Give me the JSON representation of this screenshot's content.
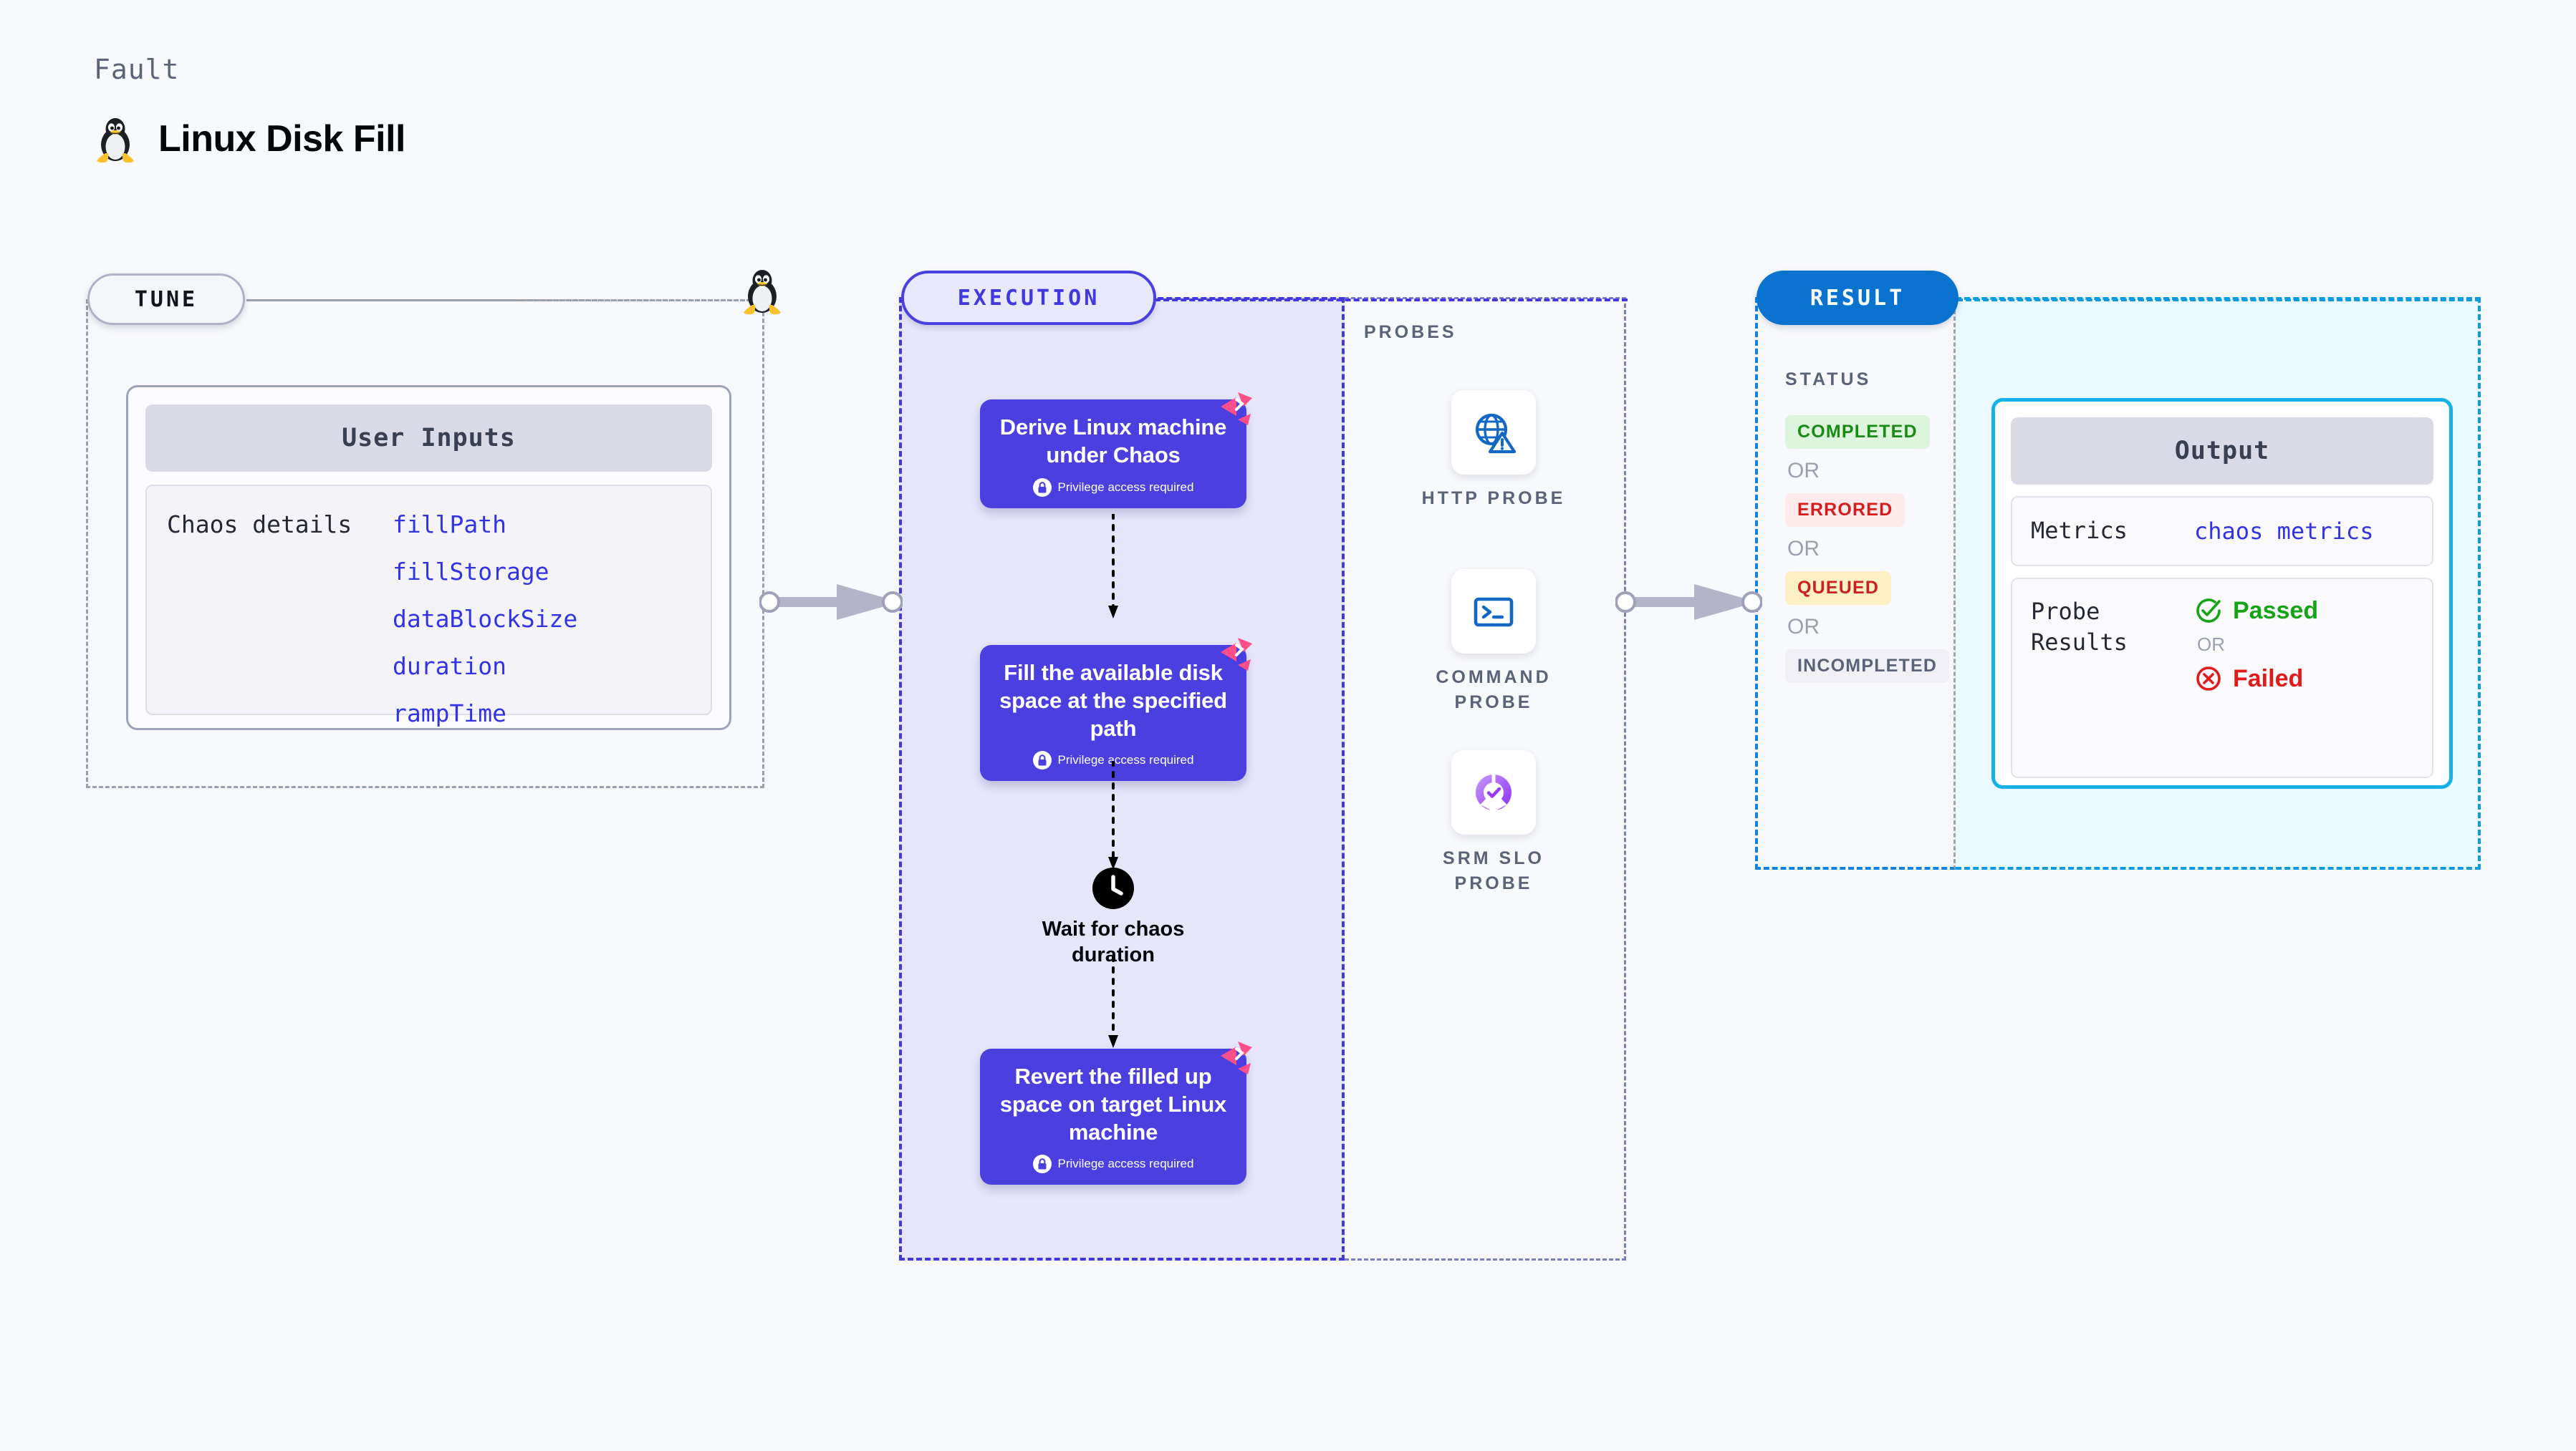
{
  "header": {
    "eyebrow": "Fault",
    "title": "Linux Disk Fill",
    "icon": "tux-penguin-icon"
  },
  "colors": {
    "execution_accent": "#4238e0",
    "result_accent": "#0a72cf",
    "output_accent": "#16b1e8",
    "tune_border": "#98a0ae",
    "litmus_badge": "#ff4f8b",
    "link_blue": "#3333e6"
  },
  "tune": {
    "pill_label": "TUNE",
    "card_header": "User Inputs",
    "rows": [
      {
        "key": "Chaos details",
        "values": [
          "fillPath",
          "fillStorage",
          "dataBlockSize",
          "duration",
          "rampTime"
        ]
      }
    ]
  },
  "execution": {
    "pill_label": "EXECUTION",
    "nodes": [
      {
        "title": "Derive Linux machine under Chaos",
        "privilege_note": "Privilege access required",
        "badge": "litmus-badge-icon"
      },
      {
        "title": "Fill the available disk space at the specified path",
        "privilege_note": "Privilege access required",
        "badge": "litmus-badge-icon"
      }
    ],
    "wait_step": {
      "icon": "clock-icon",
      "label": "Wait for chaos duration"
    },
    "final_node": {
      "title": "Revert the filled up space on target Linux machine",
      "privilege_note": "Privilege access required",
      "badge": "litmus-badge-icon"
    }
  },
  "probes": {
    "section_label": "PROBES",
    "items": [
      {
        "name": "HTTP PROBE",
        "icon": "globe-warning-icon"
      },
      {
        "name": "COMMAND PROBE",
        "icon": "terminal-icon"
      },
      {
        "name": "SRM SLO PROBE",
        "icon": "slo-check-icon"
      }
    ]
  },
  "result": {
    "pill_label": "RESULT",
    "status_label": "STATUS",
    "or_text": "OR",
    "statuses": [
      {
        "label": "COMPLETED",
        "bg": "#ddf5dc",
        "fg": "#1a8a17"
      },
      {
        "label": "ERRORED",
        "bg": "#fdeaea",
        "fg": "#d51c1c"
      },
      {
        "label": "QUEUED",
        "bg": "#fdf0c4",
        "fg": "#c92020"
      },
      {
        "label": "INCOMPLETED",
        "bg": "#f0f0f6",
        "fg": "#5b6378"
      }
    ],
    "output": {
      "header": "Output",
      "metrics_key": "Metrics",
      "metrics_value": "chaos metrics",
      "probe_results_key": "Probe Results",
      "passed_label": "Passed",
      "failed_label": "Failed",
      "or_text": "OR",
      "passed_icon": "check-circle-icon",
      "failed_icon": "x-circle-icon"
    }
  }
}
